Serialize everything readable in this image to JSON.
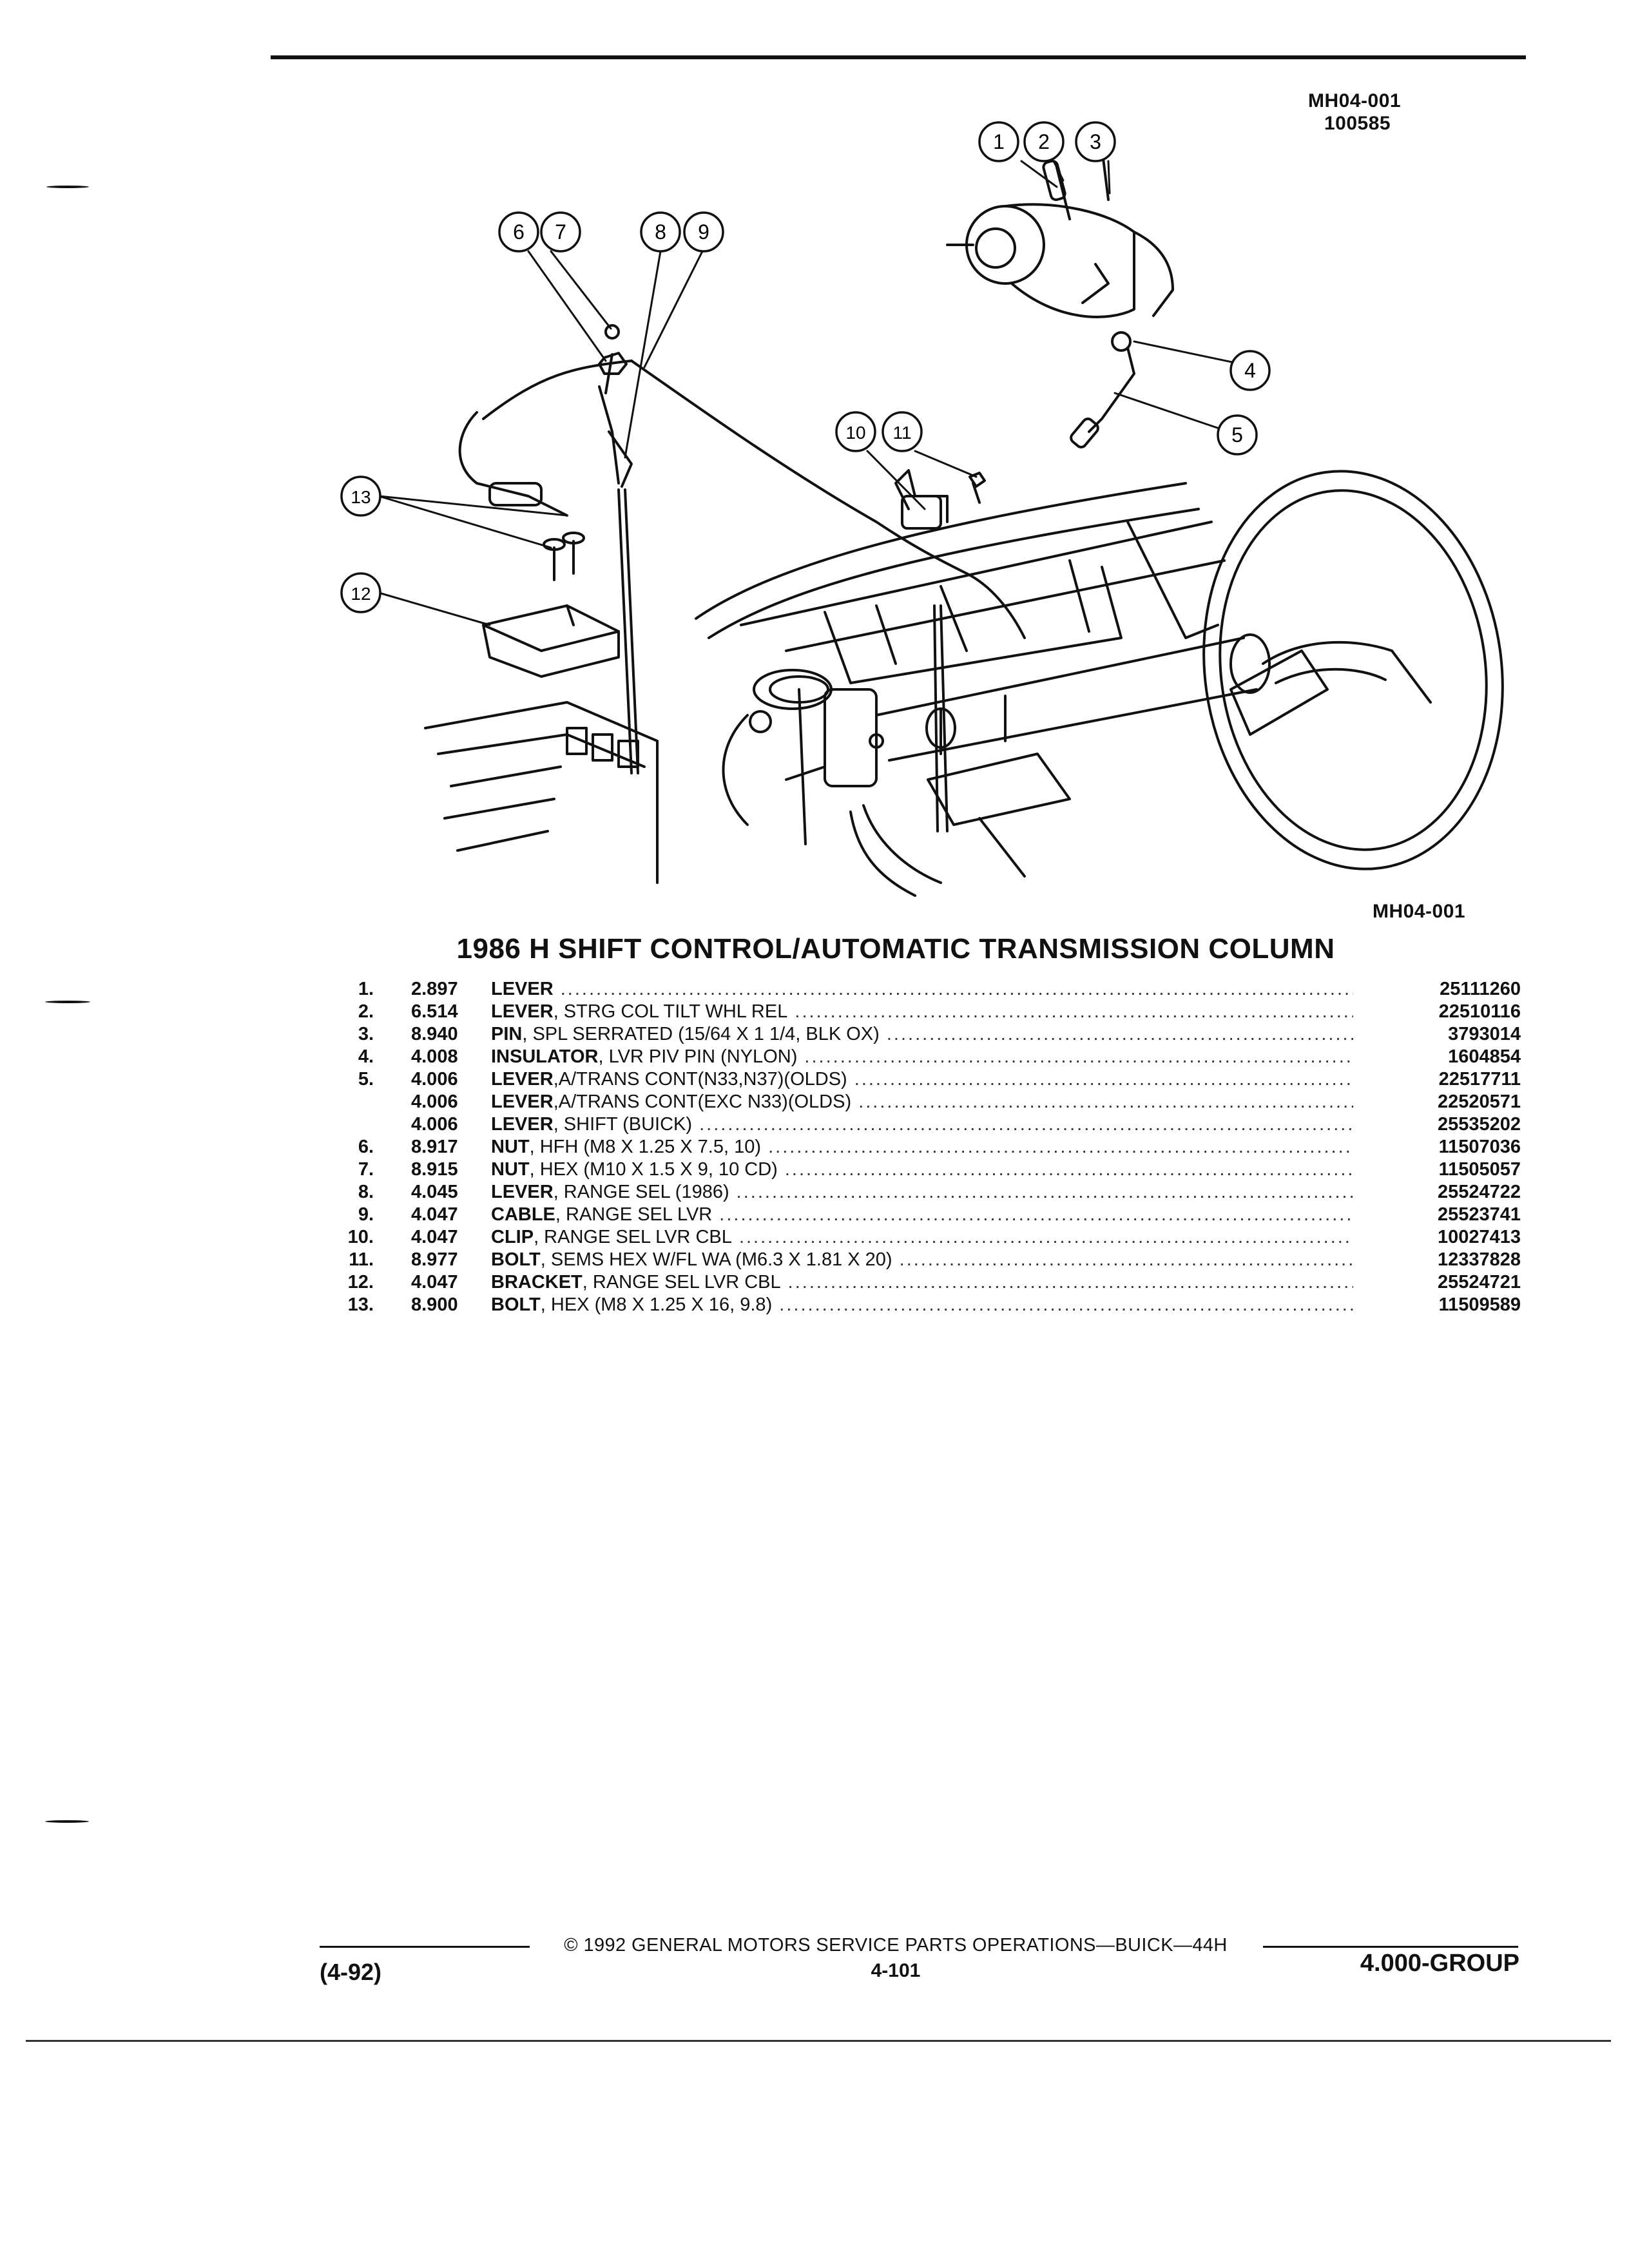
{
  "figure": {
    "code_top": "MH04-001",
    "code_number": "100585",
    "code_bottom": "MH04-001",
    "callouts": [
      "1",
      "2",
      "3",
      "4",
      "5",
      "6",
      "7",
      "8",
      "9",
      "10",
      "11",
      "12",
      "13"
    ]
  },
  "title": "1986 H SHIFT CONTROL/AUTOMATIC TRANSMISSION COLUMN",
  "parts": [
    {
      "index": "1.",
      "group": "2.897",
      "name": "LEVER",
      "spec": "",
      "part": "25111260"
    },
    {
      "index": "2.",
      "group": "6.514",
      "name": "LEVER",
      "spec": ", STRG COL TILT WHL REL",
      "part": "22510116"
    },
    {
      "index": "3.",
      "group": "8.940",
      "name": "PIN",
      "spec": ", SPL SERRATED (15/64 X 1 1/4, BLK OX)",
      "part": "3793014"
    },
    {
      "index": "4.",
      "group": "4.008",
      "name": "INSULATOR",
      "spec": ", LVR PIV PIN (NYLON)",
      "part": "1604854"
    },
    {
      "index": "5.",
      "group": "4.006",
      "name": "LEVER",
      "spec": ",A/TRANS CONT(N33,N37)(OLDS)",
      "part": "22517711"
    },
    {
      "index": "",
      "group": "4.006",
      "name": "LEVER",
      "spec": ",A/TRANS CONT(EXC N33)(OLDS)",
      "part": "22520571"
    },
    {
      "index": "",
      "group": "4.006",
      "name": "LEVER",
      "spec": ", SHIFT (BUICK)",
      "part": "25535202"
    },
    {
      "index": "6.",
      "group": "8.917",
      "name": "NUT",
      "spec": ", HFH (M8 X 1.25 X 7.5, 10)",
      "part": "11507036"
    },
    {
      "index": "7.",
      "group": "8.915",
      "name": "NUT",
      "spec": ", HEX (M10 X 1.5 X 9, 10 CD)",
      "part": "11505057"
    },
    {
      "index": "8.",
      "group": "4.045",
      "name": "LEVER",
      "spec": ", RANGE SEL (1986)",
      "part": "25524722"
    },
    {
      "index": "9.",
      "group": "4.047",
      "name": "CABLE",
      "spec": ", RANGE SEL LVR",
      "part": "25523741"
    },
    {
      "index": "10.",
      "group": "4.047",
      "name": "CLIP",
      "spec": ", RANGE SEL LVR CBL",
      "part": "10027413"
    },
    {
      "index": "11.",
      "group": "8.977",
      "name": "BOLT",
      "spec": ", SEMS HEX W/FL WA (M6.3 X 1.81 X 20)",
      "part": "12337828"
    },
    {
      "index": "12.",
      "group": "4.047",
      "name": "BRACKET",
      "spec": ", RANGE SEL LVR CBL",
      "part": "25524721"
    },
    {
      "index": "13.",
      "group": "8.900",
      "name": "BOLT",
      "spec": ", HEX (M8 X 1.25 X 16, 9.8)",
      "part": "11509589"
    }
  ],
  "footer": {
    "copyright": "© 1992 GENERAL MOTORS SERVICE PARTS OPERATIONS—BUICK—44H",
    "page": "4-101",
    "date": "(4-92)",
    "group": "4.000-GROUP"
  }
}
